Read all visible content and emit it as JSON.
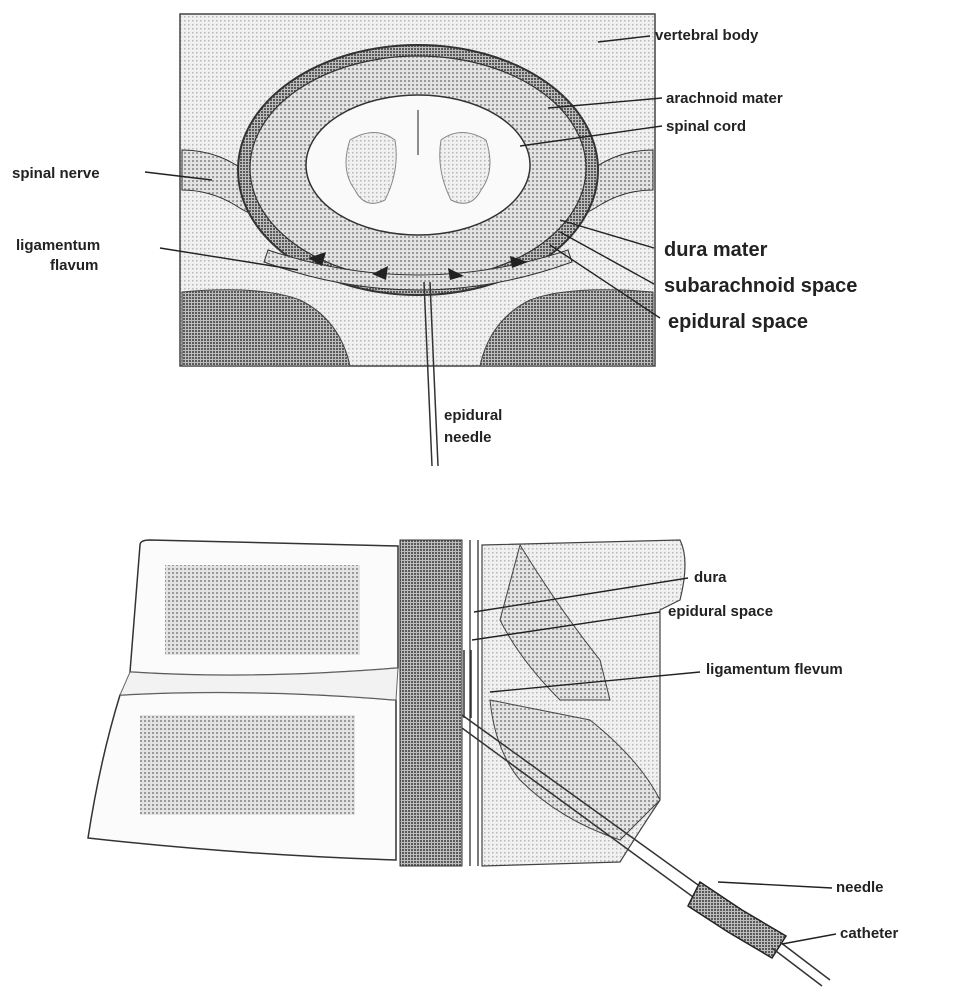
{
  "top_labels": {
    "vertebral_body": "vertebral body",
    "arachnoid_mater": "arachnoid mater",
    "spinal_cord": "spinal cord",
    "spinal_nerve": "spinal nerve",
    "ligamentum_flavum_line1": "ligamentum",
    "ligamentum_flavum_line2": "flavum",
    "dura_mater": "dura mater",
    "subarachnoid_space": "subarachnoid space",
    "epidural_space": "epidural space",
    "epidural_needle_line1": "epidural",
    "epidural_needle_line2": "needle"
  },
  "bottom_labels": {
    "dura": "dura",
    "epidural_space": "epidural space",
    "ligamentum_flavum": "ligamentum flevum",
    "needle": "needle",
    "catheter": "catheter"
  }
}
